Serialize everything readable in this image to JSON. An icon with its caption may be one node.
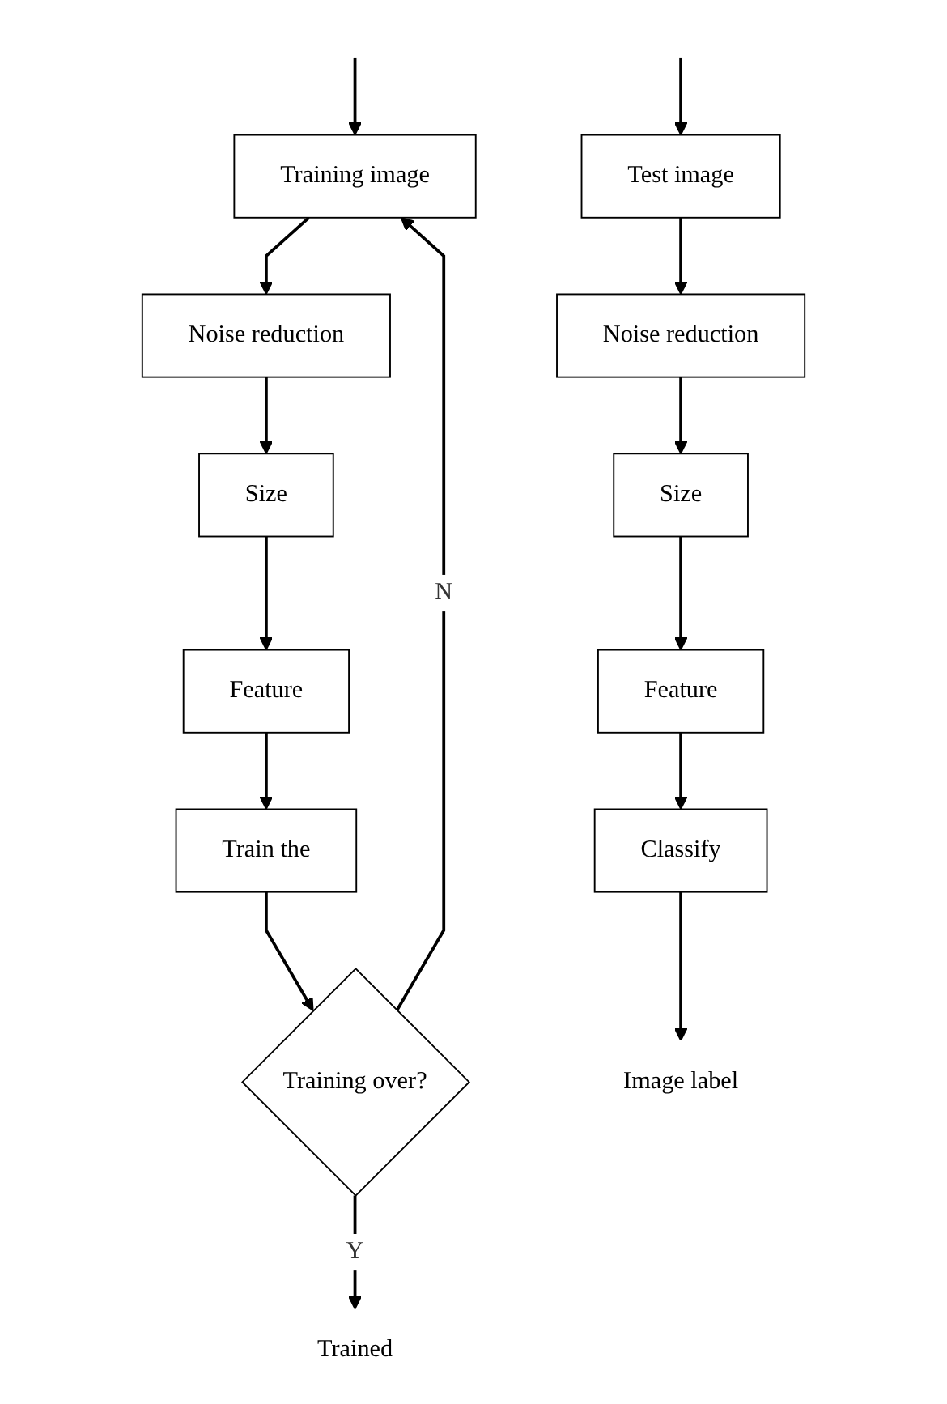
{
  "diagram": {
    "nodes": [
      {
        "text": [
          "Training image"
        ]
      },
      {
        "text": [
          "Noise reduction"
        ]
      },
      {
        "text": [
          "Size"
        ]
      },
      {
        "text": [
          "Feature"
        ]
      },
      {
        "text": [
          "Train the"
        ]
      },
      {
        "text": [
          "Training over?"
        ]
      },
      {
        "text": [
          "Trained"
        ]
      },
      {
        "text": [
          "Test image"
        ]
      },
      {
        "text": [
          "Noise reduction"
        ]
      },
      {
        "text": [
          "Size"
        ]
      },
      {
        "text": [
          "Feature"
        ]
      },
      {
        "text": [
          "Classify"
        ]
      },
      {
        "text": [
          "Image label"
        ]
      }
    ],
    "edges": [
      {
        "from": null,
        "to": 0,
        "arrow": "to"
      },
      {
        "from": 0,
        "to": 1,
        "arrow": "to"
      },
      {
        "from": 1,
        "to": 2,
        "arrow": "to"
      },
      {
        "from": 2,
        "to": 3,
        "arrow": "to"
      },
      {
        "from": 3,
        "to": 4,
        "arrow": "to"
      },
      {
        "from": 4,
        "to": 5,
        "arrow": "to"
      },
      {
        "from": 5,
        "to": 6,
        "arrow": "to",
        "label": "Y"
      },
      {
        "from": 5,
        "to": 0,
        "arrow": "to",
        "label": "N"
      },
      {
        "from": null,
        "to": 7,
        "arrow": "to"
      },
      {
        "from": 7,
        "to": 8,
        "arrow": "to"
      },
      {
        "from": 8,
        "to": 9,
        "arrow": "to"
      },
      {
        "from": 9,
        "to": 10,
        "arrow": "to"
      },
      {
        "from": 10,
        "to": 11,
        "arrow": "to"
      },
      {
        "from": 11,
        "to": 12,
        "arrow": "to"
      }
    ]
  }
}
